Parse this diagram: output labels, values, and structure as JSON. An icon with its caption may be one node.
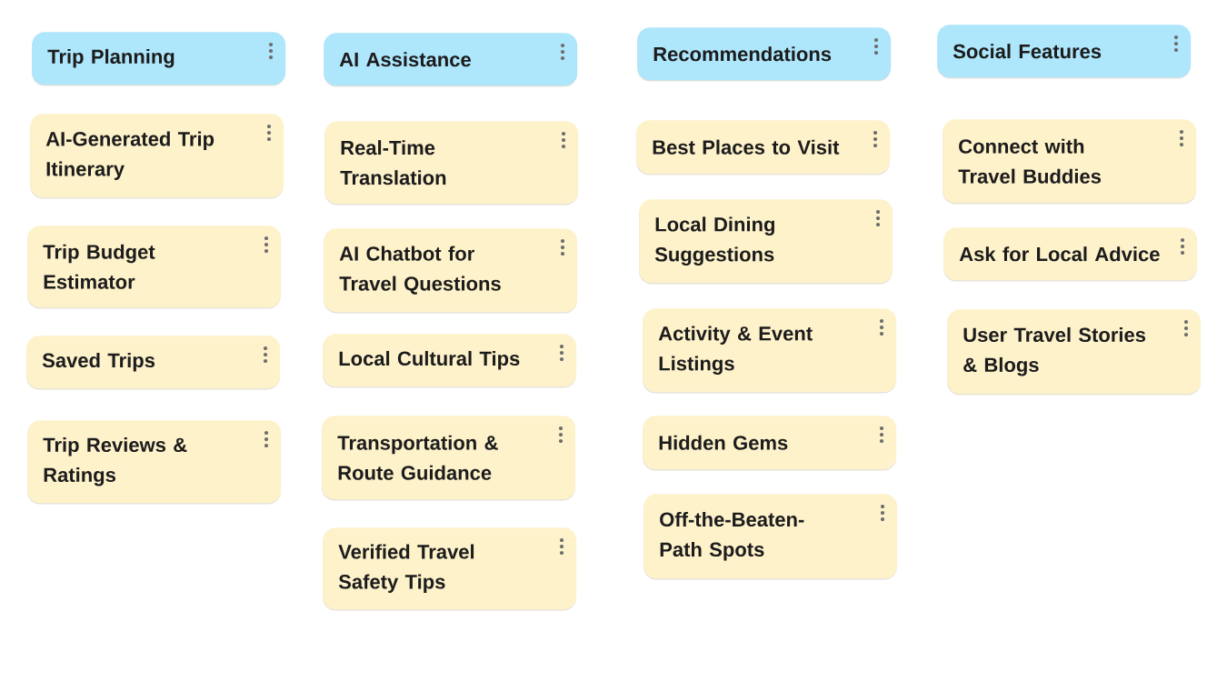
{
  "diagram": {
    "nodes": [
      {
        "text": [
          "Trip Planning"
        ]
      },
      {
        "text": [
          "AI-Generated Trip Itinerary"
        ]
      },
      {
        "text": [
          "Trip Budget Estimator"
        ]
      },
      {
        "text": [
          "Saved Trips"
        ]
      },
      {
        "text": [
          "Trip Reviews & Ratings"
        ]
      },
      {
        "text": [
          "AI Assistance"
        ]
      },
      {
        "text": [
          "Real-Time Translation"
        ]
      },
      {
        "text": [
          "AI Chatbot for Travel Questions"
        ]
      },
      {
        "text": [
          "Local Cultural Tips"
        ]
      },
      {
        "text": [
          "Transportation & Route Guidance"
        ]
      },
      {
        "text": [
          "Verified Travel Safety Tips"
        ]
      },
      {
        "text": [
          "Recommendations"
        ]
      },
      {
        "text": [
          "Best Places to Visit"
        ]
      },
      {
        "text": [
          "Local Dining Suggestions"
        ]
      },
      {
        "text": [
          "Activity & Event Listings"
        ]
      },
      {
        "text": [
          "Hidden Gems"
        ]
      },
      {
        "text": [
          "Off-the-Beaten-Path Spots"
        ]
      },
      {
        "text": [
          "Social Features"
        ]
      },
      {
        "text": [
          "Connect with Travel Buddies"
        ]
      },
      {
        "text": [
          "Ask for Local Advice"
        ]
      },
      {
        "text": [
          "User Travel Stories & Blogs"
        ]
      }
    ]
  }
}
